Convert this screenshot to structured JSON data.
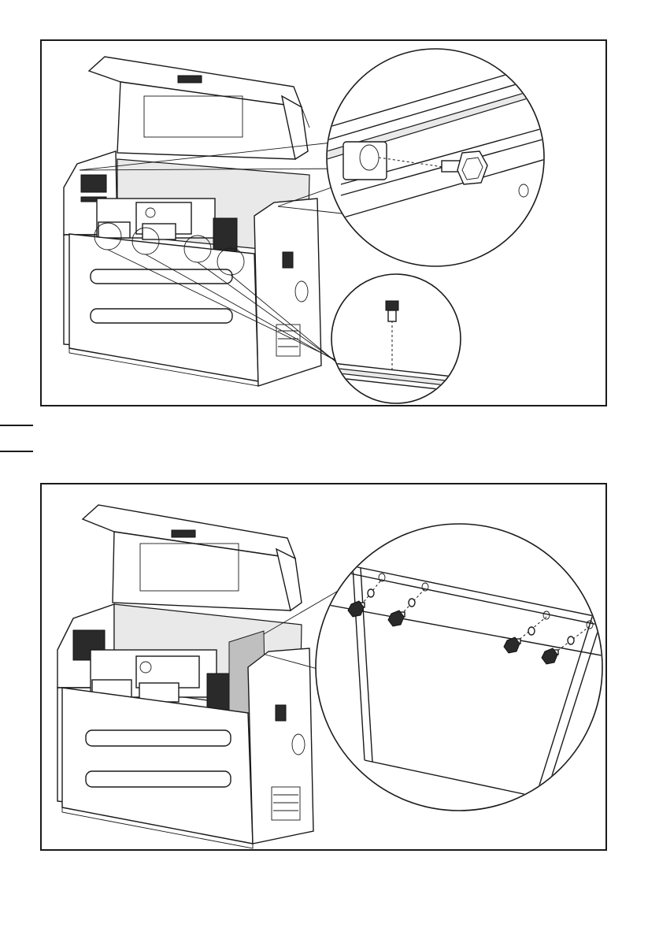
{
  "figures": [
    {
      "id": "step-1",
      "callouts": [
        "top-rear-screw-detail",
        "bottom-front-screw-detail"
      ],
      "highlight_circles": 4
    },
    {
      "id": "step-2",
      "callouts": [
        "rear-panel-screws-detail"
      ],
      "screw_count": 4
    }
  ],
  "colors": {
    "line": "#1a1a1a",
    "panel_fill": "#ffffff",
    "shaded_panel": "#bfbfbf"
  },
  "icons": [
    "bolt-icon",
    "washer-icon"
  ]
}
